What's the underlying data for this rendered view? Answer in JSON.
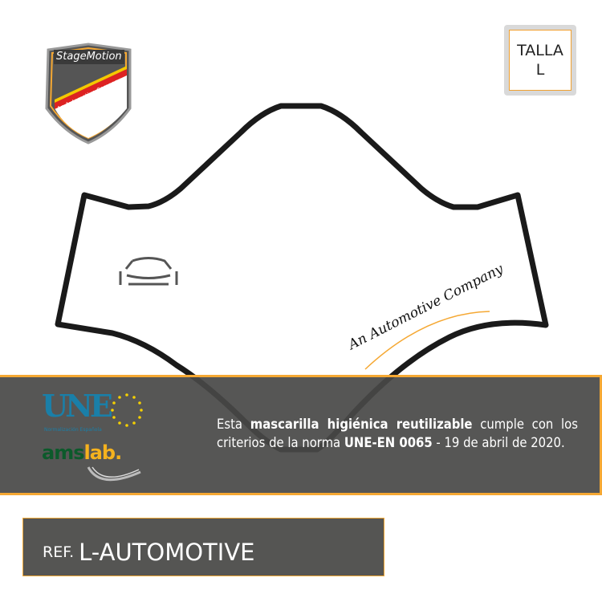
{
  "logo": {
    "brand": "StageMotion",
    "tagline": "An Automotive Company"
  },
  "size_badge": {
    "label": "TALLA",
    "value": "L"
  },
  "mask_print": {
    "tagline": "An Automotive Company"
  },
  "certification": {
    "une_logo": "UNE",
    "une_subtitle": "Normalización Española",
    "lab_logo": {
      "part1": "ams",
      "part2": "lab."
    },
    "text": {
      "t1": "Esta ",
      "b1": "mascarilla higiénica reutilizable",
      "t2": " cumple con los criterios de la norma ",
      "b2": "UNE-EN 0065",
      "t3": " - 19 de abril de 2020."
    }
  },
  "reference": {
    "prefix": "REF.",
    "code": "L-AUTOMOTIVE"
  },
  "colors": {
    "accent": "#f5a833",
    "panel": "#484846",
    "une_blue": "#1a7fa8",
    "lab_green": "#0c5a2b"
  }
}
